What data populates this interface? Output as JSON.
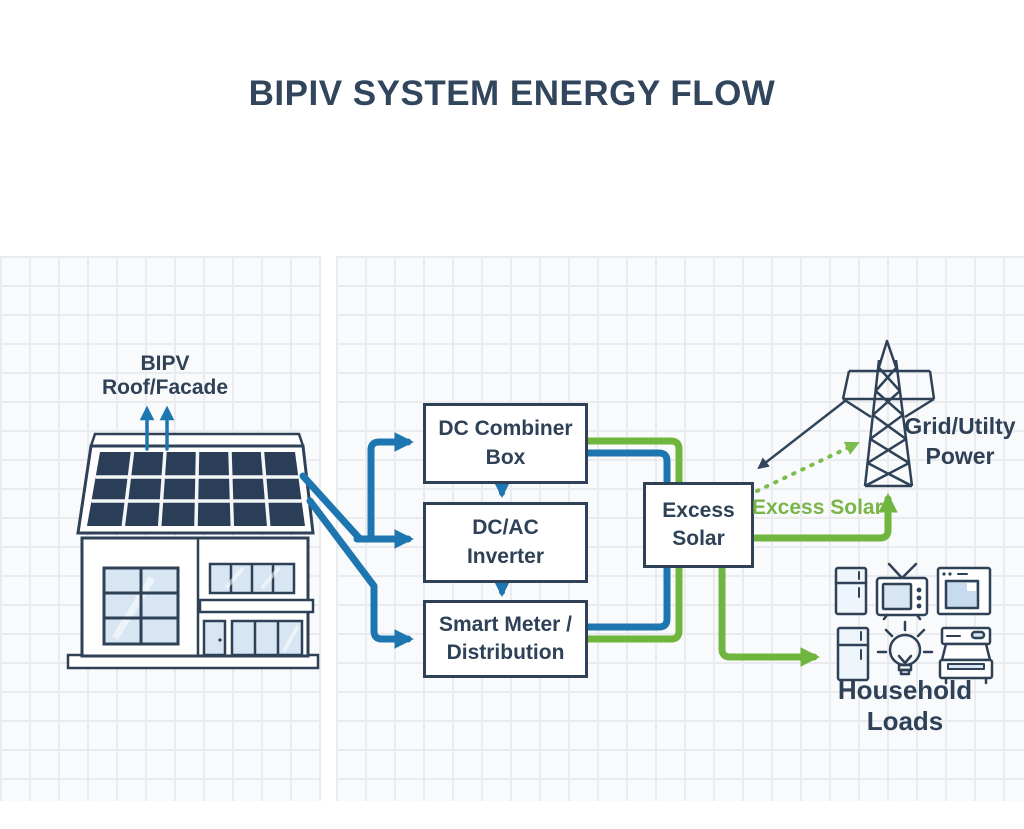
{
  "diagram": {
    "title": "BIPIV SYSTEM ENERGY FLOW",
    "roof_label": {
      "line1": "BIPV",
      "line2": "Roof/Facade"
    },
    "nodes": {
      "combiner": {
        "line1": "DC Combiner",
        "line2": "Box"
      },
      "inverter": {
        "line1": "DC/AC",
        "line2": "Inverter"
      },
      "meter": {
        "line1": "Smart Meter /",
        "line2": "Distribution"
      },
      "excess": {
        "line1": "Excess",
        "line2": "Solar"
      }
    },
    "flow_labels": {
      "excess_solar": "Excess Solar"
    },
    "grid_label": {
      "line1": "Grid/Utilty",
      "line2": "Power"
    },
    "loads_label": "Household Loads",
    "icons": [
      "house-with-bipv-roof-icon",
      "solar-panel-array-icon",
      "transmission-tower-icon",
      "refrigerator-icon",
      "tv-icon",
      "washing-machine-icon",
      "light-bulb-icon",
      "oven-icon"
    ],
    "colors": {
      "navy": "#2e4156",
      "blue": "#1d76b0",
      "green": "#6fb53e",
      "green_dotted": "#7cbd4e",
      "panel_dark": "#2b3e57",
      "glass_blue": "#d7e6f2",
      "grid_line": "#e9ebee",
      "grid_bg": "#f9fafb"
    }
  }
}
